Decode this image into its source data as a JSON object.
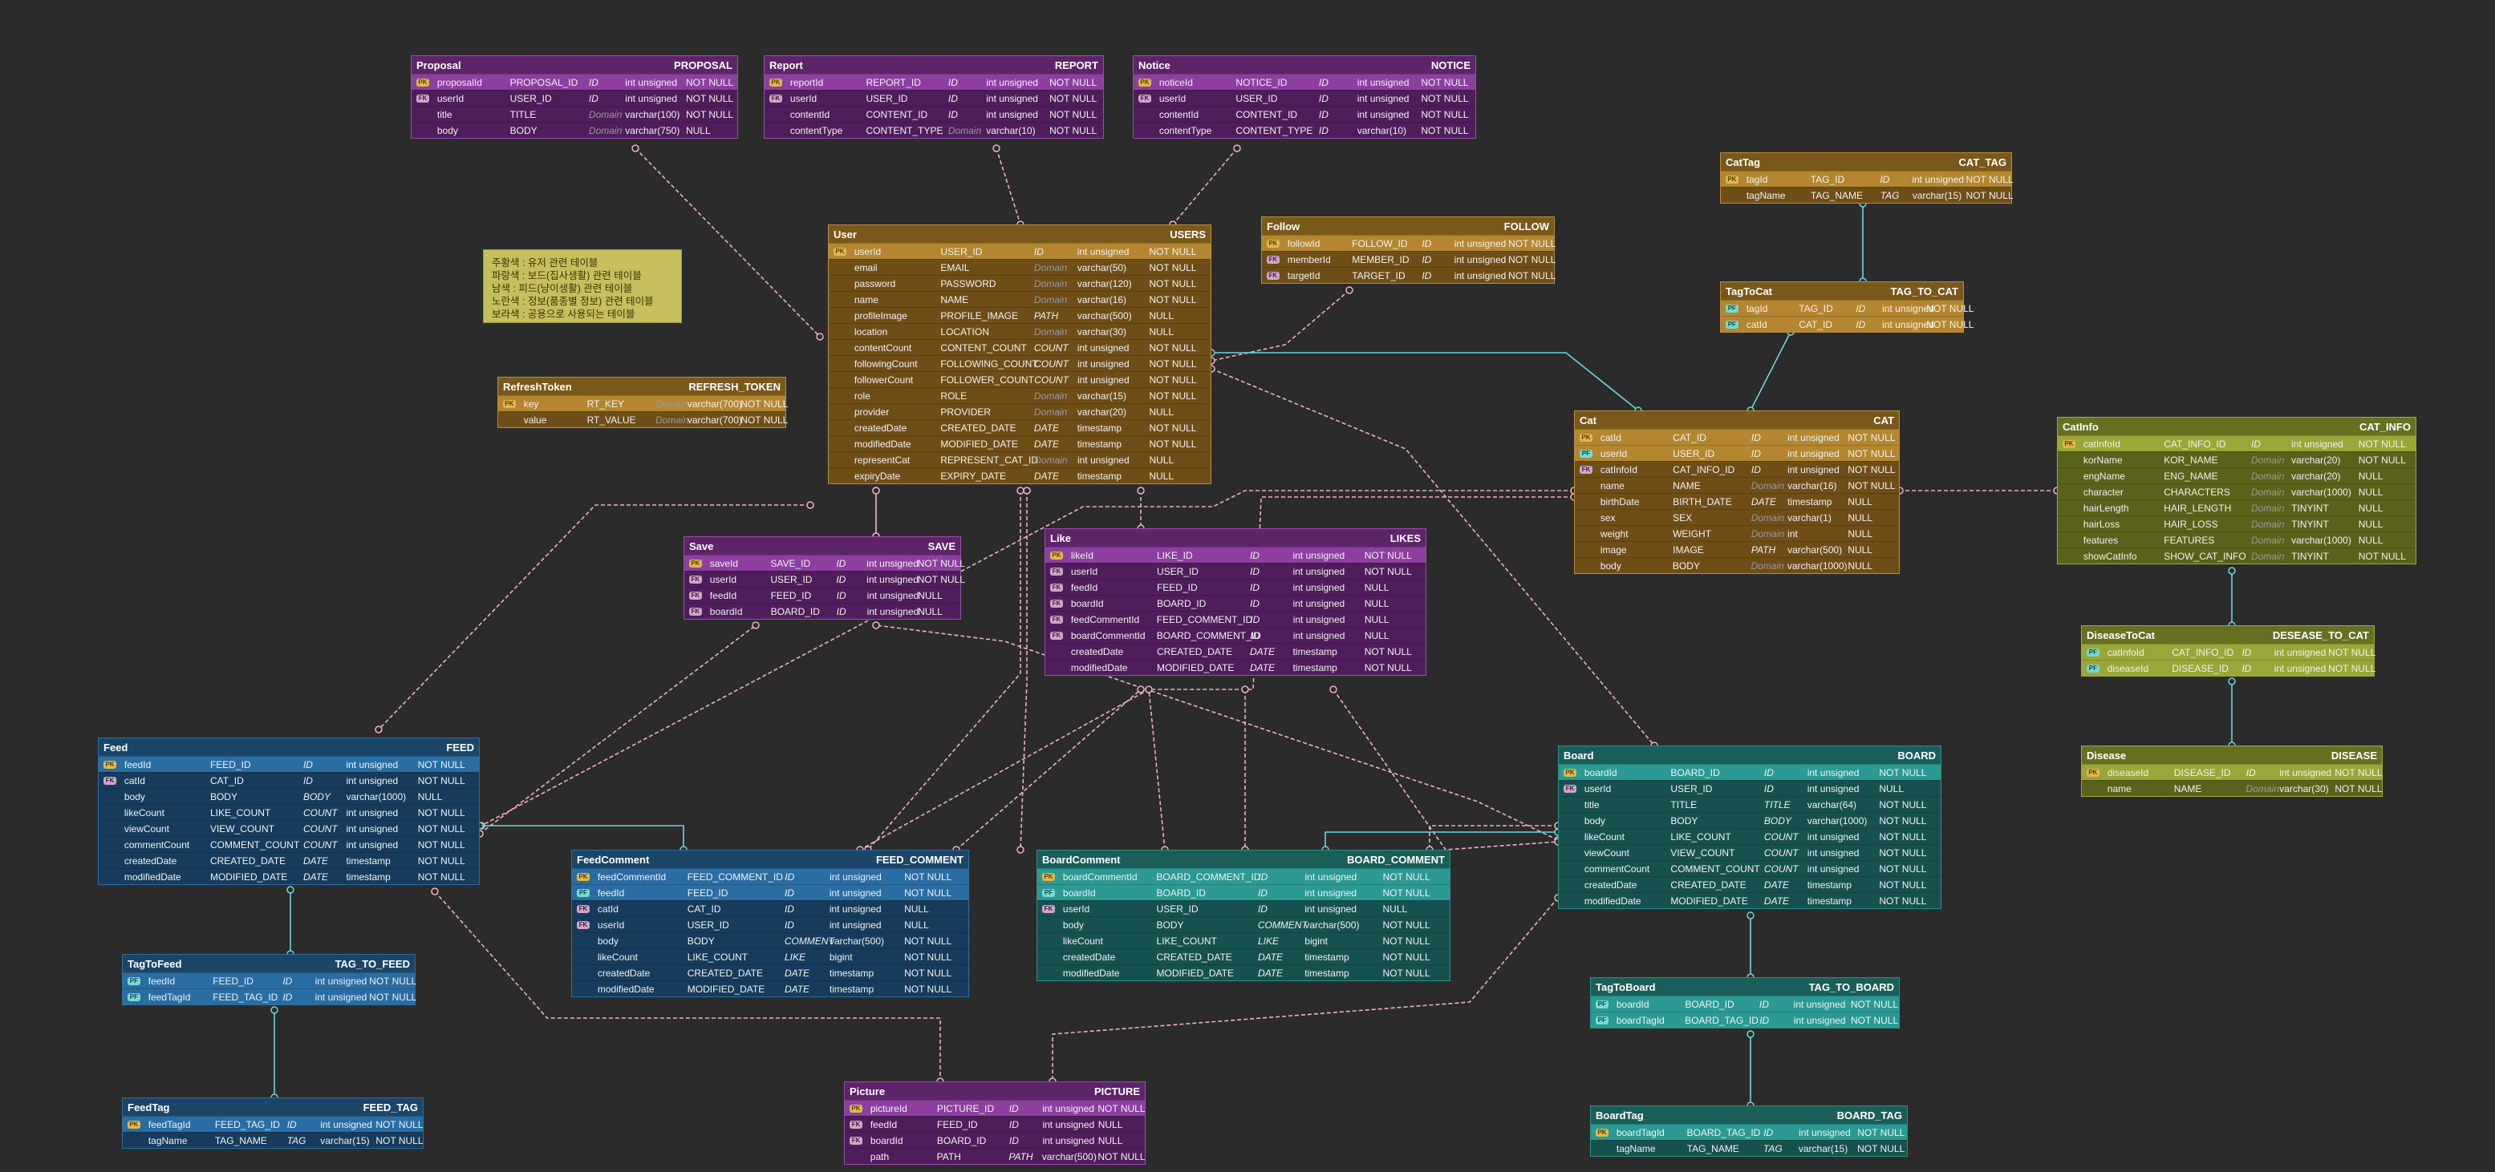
{
  "note": {
    "lines": [
      "주황색 : 유저 관련 테이블",
      "파랑색 : 보드(집사생활) 관련 테이블",
      "남색 : 피드(냥이생활) 관련 테이블",
      "노란색 : 정보(품종별 정보) 관련 테이블",
      "보라색 : 공용으로 사용되는 테이블"
    ]
  },
  "colors": {
    "purple": "#7a2e8a",
    "orange": "#a07124",
    "blue": "#1d5480",
    "teal": "#1f7e7a",
    "olive": "#8f9a2a",
    "edge_pink": "#f0b0c8",
    "edge_cyan": "#6fd6dc"
  },
  "entities": [
    {
      "id": "proposal",
      "logical": "Proposal",
      "physical": "PROPOSAL",
      "color": "purple",
      "rows": [
        [
          "pk",
          "proposalId",
          "PROPOSAL_ID",
          "ID",
          "int unsigned",
          "NOT NULL"
        ],
        [
          "fk",
          "userId",
          "USER_ID",
          "ID",
          "int unsigned",
          "NOT NULL"
        ],
        [
          "",
          "title",
          "TITLE",
          "Domain",
          "varchar(100)",
          "NOT NULL"
        ],
        [
          "",
          "body",
          "BODY",
          "Domain",
          "varchar(750)",
          "NULL"
        ]
      ]
    },
    {
      "id": "report",
      "logical": "Report",
      "physical": "REPORT",
      "color": "purple",
      "rows": [
        [
          "pk",
          "reportId",
          "REPORT_ID",
          "ID",
          "int unsigned",
          "NOT NULL"
        ],
        [
          "fk",
          "userId",
          "USER_ID",
          "ID",
          "int unsigned",
          "NOT NULL"
        ],
        [
          "",
          "contentId",
          "CONTENT_ID",
          "ID",
          "int unsigned",
          "NOT NULL"
        ],
        [
          "",
          "contentType",
          "CONTENT_TYPE",
          "Domain",
          "varchar(10)",
          "NOT NULL"
        ]
      ]
    },
    {
      "id": "notice",
      "logical": "Notice",
      "physical": "NOTICE",
      "color": "purple",
      "rows": [
        [
          "pk",
          "noticeId",
          "NOTICE_ID",
          "ID",
          "int unsigned",
          "NOT NULL"
        ],
        [
          "fk",
          "userId",
          "USER_ID",
          "ID",
          "int unsigned",
          "NOT NULL"
        ],
        [
          "",
          "contentId",
          "CONTENT_ID",
          "ID",
          "int unsigned",
          "NOT NULL"
        ],
        [
          "",
          "contentType",
          "CONTENT_TYPE",
          "ID",
          "varchar(10)",
          "NOT NULL"
        ]
      ]
    },
    {
      "id": "user",
      "logical": "User",
      "physical": "USERS",
      "color": "orange",
      "rows": [
        [
          "pk",
          "userId",
          "USER_ID",
          "ID",
          "int unsigned",
          "NOT NULL"
        ],
        [
          "",
          "email",
          "EMAIL",
          "Domain",
          "varchar(50)",
          "NOT NULL"
        ],
        [
          "",
          "password",
          "PASSWORD",
          "Domain",
          "varchar(120)",
          "NOT NULL"
        ],
        [
          "",
          "name",
          "NAME",
          "Domain",
          "varchar(16)",
          "NOT NULL"
        ],
        [
          "",
          "profileImage",
          "PROFILE_IMAGE",
          "PATH",
          "varchar(500)",
          "NULL"
        ],
        [
          "",
          "location",
          "LOCATION",
          "Domain",
          "varchar(30)",
          "NULL"
        ],
        [
          "",
          "contentCount",
          "CONTENT_COUNT",
          "COUNT",
          "int unsigned",
          "NOT NULL"
        ],
        [
          "",
          "followingCount",
          "FOLLOWING_COUNT",
          "COUNT",
          "int unsigned",
          "NOT NULL"
        ],
        [
          "",
          "followerCount",
          "FOLLOWER_COUNT",
          "COUNT",
          "int unsigned",
          "NOT NULL"
        ],
        [
          "",
          "role",
          "ROLE",
          "Domain",
          "varchar(15)",
          "NOT NULL"
        ],
        [
          "",
          "provider",
          "PROVIDER",
          "Domain",
          "varchar(20)",
          "NULL"
        ],
        [
          "",
          "createdDate",
          "CREATED_DATE",
          "DATE",
          "timestamp",
          "NOT NULL"
        ],
        [
          "",
          "modifiedDate",
          "MODIFIED_DATE",
          "DATE",
          "timestamp",
          "NOT NULL"
        ],
        [
          "",
          "representCat",
          "REPRESENT_CAT_ID",
          "Domain",
          "int unsigned",
          "NULL"
        ],
        [
          "",
          "expiryDate",
          "EXPIRY_DATE",
          "DATE",
          "timestamp",
          "NULL"
        ]
      ]
    },
    {
      "id": "follow",
      "logical": "Follow",
      "physical": "FOLLOW",
      "color": "orange",
      "rows": [
        [
          "pk",
          "followId",
          "FOLLOW_ID",
          "ID",
          "int unsigned",
          "NOT NULL"
        ],
        [
          "fk",
          "memberId",
          "MEMBER_ID",
          "ID",
          "int unsigned",
          "NOT NULL"
        ],
        [
          "fk",
          "targetId",
          "TARGET_ID",
          "ID",
          "int unsigned",
          "NOT NULL"
        ]
      ]
    },
    {
      "id": "refresh",
      "logical": "RefreshToken",
      "physical": "REFRESH_TOKEN",
      "color": "orange",
      "rows": [
        [
          "pk",
          "key",
          "RT_KEY",
          "Domain",
          "varchar(700)",
          "NOT NULL"
        ],
        [
          "",
          "value",
          "RT_VALUE",
          "Domain",
          "varchar(700)",
          "NOT NULL"
        ]
      ]
    },
    {
      "id": "cattag",
      "logical": "CatTag",
      "physical": "CAT_TAG",
      "color": "orange",
      "rows": [
        [
          "pk",
          "tagId",
          "TAG_ID",
          "ID",
          "int unsigned",
          "NOT NULL"
        ],
        [
          "",
          "tagName",
          "TAG_NAME",
          "TAG",
          "varchar(15)",
          "NOT NULL"
        ]
      ]
    },
    {
      "id": "tagtocat",
      "logical": "TagToCat",
      "physical": "TAG_TO_CAT",
      "color": "orange",
      "rows": [
        [
          "pkfk",
          "tagId",
          "TAG_ID",
          "ID",
          "int unsigned",
          "NOT NULL"
        ],
        [
          "pkfk",
          "catId",
          "CAT_ID",
          "ID",
          "int unsigned",
          "NOT NULL"
        ]
      ]
    },
    {
      "id": "cat",
      "logical": "Cat",
      "physical": "CAT",
      "color": "orange",
      "rows": [
        [
          "pk",
          "catId",
          "CAT_ID",
          "ID",
          "int unsigned",
          "NOT NULL"
        ],
        [
          "pkfk",
          "userId",
          "USER_ID",
          "ID",
          "int unsigned",
          "NOT NULL"
        ],
        [
          "fk",
          "catInfoId",
          "CAT_INFO_ID",
          "ID",
          "int unsigned",
          "NOT NULL"
        ],
        [
          "",
          "name",
          "NAME",
          "Domain",
          "varchar(16)",
          "NOT NULL"
        ],
        [
          "",
          "birthDate",
          "BIRTH_DATE",
          "DATE",
          "timestamp",
          "NULL"
        ],
        [
          "",
          "sex",
          "SEX",
          "Domain",
          "varchar(1)",
          "NULL"
        ],
        [
          "",
          "weight",
          "WEIGHT",
          "Domain",
          "int",
          "NULL"
        ],
        [
          "",
          "image",
          "IMAGE",
          "PATH",
          "varchar(500)",
          "NULL"
        ],
        [
          "",
          "body",
          "BODY",
          "Domain",
          "varchar(1000)",
          "NULL"
        ]
      ]
    },
    {
      "id": "catinfo",
      "logical": "CatInfo",
      "physical": "CAT_INFO",
      "color": "olive",
      "rows": [
        [
          "pk",
          "catInfoId",
          "CAT_INFO_ID",
          "ID",
          "int unsigned",
          "NOT NULL"
        ],
        [
          "",
          "korName",
          "KOR_NAME",
          "Domain",
          "varchar(20)",
          "NOT NULL"
        ],
        [
          "",
          "engName",
          "ENG_NAME",
          "Domain",
          "varchar(20)",
          "NULL"
        ],
        [
          "",
          "character",
          "CHARACTERS",
          "Domain",
          "varchar(1000)",
          "NULL"
        ],
        [
          "",
          "hairLength",
          "HAIR_LENGTH",
          "Domain",
          "TINYINT",
          "NULL"
        ],
        [
          "",
          "hairLoss",
          "HAIR_LOSS",
          "Domain",
          "TINYINT",
          "NULL"
        ],
        [
          "",
          "features",
          "FEATURES",
          "Domain",
          "varchar(1000)",
          "NULL"
        ],
        [
          "",
          "showCatInfo",
          "SHOW_CAT_INFO",
          "Domain",
          "TINYINT",
          "NOT NULL"
        ]
      ]
    },
    {
      "id": "diseasetocat",
      "logical": "DiseaseToCat",
      "physical": "DESEASE_TO_CAT",
      "color": "olive",
      "rows": [
        [
          "pkfk",
          "catInfoId",
          "CAT_INFO_ID",
          "ID",
          "int unsigned",
          "NOT NULL"
        ],
        [
          "pkfk",
          "diseaseId",
          "DISEASE_ID",
          "ID",
          "int unsigned",
          "NOT NULL"
        ]
      ]
    },
    {
      "id": "disease",
      "logical": "Disease",
      "physical": "DISEASE",
      "color": "olive",
      "rows": [
        [
          "pk",
          "diseaseId",
          "DISEASE_ID",
          "ID",
          "int unsigned",
          "NOT NULL"
        ],
        [
          "",
          "name",
          "NAME",
          "Domain",
          "varchar(30)",
          "NOT NULL"
        ]
      ]
    },
    {
      "id": "save",
      "logical": "Save",
      "physical": "SAVE",
      "color": "purple",
      "rows": [
        [
          "pk",
          "saveId",
          "SAVE_ID",
          "ID",
          "int unsigned",
          "NOT NULL"
        ],
        [
          "fk",
          "userId",
          "USER_ID",
          "ID",
          "int unsigned",
          "NOT NULL"
        ],
        [
          "fk",
          "feedId",
          "FEED_ID",
          "ID",
          "int unsigned",
          "NULL"
        ],
        [
          "fk",
          "boardId",
          "BOARD_ID",
          "ID",
          "int unsigned",
          "NULL"
        ]
      ]
    },
    {
      "id": "like",
      "logical": "Like",
      "physical": "LIKES",
      "color": "purple",
      "rows": [
        [
          "pk",
          "likeId",
          "LIKE_ID",
          "ID",
          "int unsigned",
          "NOT NULL"
        ],
        [
          "fk",
          "userId",
          "USER_ID",
          "ID",
          "int unsigned",
          "NOT NULL"
        ],
        [
          "fk",
          "feedId",
          "FEED_ID",
          "ID",
          "int unsigned",
          "NULL"
        ],
        [
          "fk",
          "boardId",
          "BOARD_ID",
          "ID",
          "int unsigned",
          "NULL"
        ],
        [
          "fk",
          "feedCommentId",
          "FEED_COMMENT_ID",
          "ID",
          "int unsigned",
          "NULL"
        ],
        [
          "fk",
          "boardCommentId",
          "BOARD_COMMENT_ID",
          "ID",
          "int unsigned",
          "NULL"
        ],
        [
          "",
          "createdDate",
          "CREATED_DATE",
          "DATE",
          "timestamp",
          "NOT NULL"
        ],
        [
          "",
          "modifiedDate",
          "MODIFIED_DATE",
          "DATE",
          "timestamp",
          "NOT NULL"
        ]
      ]
    },
    {
      "id": "feed",
      "logical": "Feed",
      "physical": "FEED",
      "color": "blue",
      "rows": [
        [
          "pk",
          "feedId",
          "FEED_ID",
          "ID",
          "int unsigned",
          "NOT NULL"
        ],
        [
          "fk",
          "catId",
          "CAT_ID",
          "ID",
          "int unsigned",
          "NOT NULL"
        ],
        [
          "",
          "body",
          "BODY",
          "BODY",
          "varchar(1000)",
          "NULL"
        ],
        [
          "",
          "likeCount",
          "LIKE_COUNT",
          "COUNT",
          "int unsigned",
          "NOT NULL"
        ],
        [
          "",
          "viewCount",
          "VIEW_COUNT",
          "COUNT",
          "int unsigned",
          "NOT NULL"
        ],
        [
          "",
          "commentCount",
          "COMMENT_COUNT",
          "COUNT",
          "int unsigned",
          "NOT NULL"
        ],
        [
          "",
          "createdDate",
          "CREATED_DATE",
          "DATE",
          "timestamp",
          "NOT NULL"
        ],
        [
          "",
          "modifiedDate",
          "MODIFIED_DATE",
          "DATE",
          "timestamp",
          "NOT NULL"
        ]
      ]
    },
    {
      "id": "tagtofeed",
      "logical": "TagToFeed",
      "physical": "TAG_TO_FEED",
      "color": "blue",
      "rows": [
        [
          "pkfk",
          "feedId",
          "FEED_ID",
          "ID",
          "int unsigned",
          "NOT NULL"
        ],
        [
          "pkfk",
          "feedTagId",
          "FEED_TAG_ID",
          "ID",
          "int unsigned",
          "NOT NULL"
        ]
      ]
    },
    {
      "id": "feedtag",
      "logical": "FeedTag",
      "physical": "FEED_TAG",
      "color": "blue",
      "rows": [
        [
          "pk",
          "feedTagId",
          "FEED_TAG_ID",
          "ID",
          "int unsigned",
          "NOT NULL"
        ],
        [
          "",
          "tagName",
          "TAG_NAME",
          "TAG",
          "varchar(15)",
          "NOT NULL"
        ]
      ]
    },
    {
      "id": "feedcomment",
      "logical": "FeedComment",
      "physical": "FEED_COMMENT",
      "color": "blue",
      "rows": [
        [
          "pk",
          "feedCommentId",
          "FEED_COMMENT_ID",
          "ID",
          "int unsigned",
          "NOT NULL"
        ],
        [
          "pkfk",
          "feedId",
          "FEED_ID",
          "ID",
          "int unsigned",
          "NOT NULL"
        ],
        [
          "fk",
          "catId",
          "CAT_ID",
          "ID",
          "int unsigned",
          "NULL"
        ],
        [
          "fk",
          "userId",
          "USER_ID",
          "ID",
          "int unsigned",
          "NULL"
        ],
        [
          "",
          "body",
          "BODY",
          "COMMENT",
          "varchar(500)",
          "NOT NULL"
        ],
        [
          "",
          "likeCount",
          "LIKE_COUNT",
          "LIKE",
          "bigint",
          "NOT NULL"
        ],
        [
          "",
          "createdDate",
          "CREATED_DATE",
          "DATE",
          "timestamp",
          "NOT NULL"
        ],
        [
          "",
          "modifiedDate",
          "MODIFIED_DATE",
          "DATE",
          "timestamp",
          "NOT NULL"
        ]
      ]
    },
    {
      "id": "boardcomment",
      "logical": "BoardComment",
      "physical": "BOARD_COMMENT",
      "color": "teal",
      "rows": [
        [
          "pk",
          "boardCommentId",
          "BOARD_COMMENT_ID",
          "ID",
          "int unsigned",
          "NOT NULL"
        ],
        [
          "pkfk",
          "boardId",
          "BOARD_ID",
          "ID",
          "int unsigned",
          "NOT NULL"
        ],
        [
          "fk",
          "userId",
          "USER_ID",
          "ID",
          "int unsigned",
          "NULL"
        ],
        [
          "",
          "body",
          "BODY",
          "COMMENT",
          "varchar(500)",
          "NOT NULL"
        ],
        [
          "",
          "likeCount",
          "LIKE_COUNT",
          "LIKE",
          "bigint",
          "NOT NULL"
        ],
        [
          "",
          "createdDate",
          "CREATED_DATE",
          "DATE",
          "timestamp",
          "NOT NULL"
        ],
        [
          "",
          "modifiedDate",
          "MODIFIED_DATE",
          "DATE",
          "timestamp",
          "NOT NULL"
        ]
      ]
    },
    {
      "id": "board",
      "logical": "Board",
      "physical": "BOARD",
      "color": "teal",
      "rows": [
        [
          "pk",
          "boardId",
          "BOARD_ID",
          "ID",
          "int unsigned",
          "NOT NULL"
        ],
        [
          "fk",
          "userId",
          "USER_ID",
          "ID",
          "int unsigned",
          "NULL"
        ],
        [
          "",
          "title",
          "TITLE",
          "TITLE",
          "varchar(64)",
          "NOT NULL"
        ],
        [
          "",
          "body",
          "BODY",
          "BODY",
          "varchar(1000)",
          "NOT NULL"
        ],
        [
          "",
          "likeCount",
          "LIKE_COUNT",
          "COUNT",
          "int unsigned",
          "NOT NULL"
        ],
        [
          "",
          "viewCount",
          "VIEW_COUNT",
          "COUNT",
          "int unsigned",
          "NOT NULL"
        ],
        [
          "",
          "commentCount",
          "COMMENT_COUNT",
          "COUNT",
          "int unsigned",
          "NOT NULL"
        ],
        [
          "",
          "createdDate",
          "CREATED_DATE",
          "DATE",
          "timestamp",
          "NOT NULL"
        ],
        [
          "",
          "modifiedDate",
          "MODIFIED_DATE",
          "DATE",
          "timestamp",
          "NOT NULL"
        ]
      ]
    },
    {
      "id": "tagtoboard",
      "logical": "TagToBoard",
      "physical": "TAG_TO_BOARD",
      "color": "teal",
      "rows": [
        [
          "pkfk",
          "boardId",
          "BOARD_ID",
          "ID",
          "int unsigned",
          "NOT NULL"
        ],
        [
          "pkfk",
          "boardTagId",
          "BOARD_TAG_ID",
          "ID",
          "int unsigned",
          "NOT NULL"
        ]
      ]
    },
    {
      "id": "boardtag",
      "logical": "BoardTag",
      "physical": "BOARD_TAG",
      "color": "teal",
      "rows": [
        [
          "pk",
          "boardTagId",
          "BOARD_TAG_ID",
          "ID",
          "int unsigned",
          "NOT NULL"
        ],
        [
          "",
          "tagName",
          "TAG_NAME",
          "TAG",
          "varchar(15)",
          "NOT NULL"
        ]
      ]
    },
    {
      "id": "picture",
      "logical": "Picture",
      "physical": "PICTURE",
      "color": "purple",
      "rows": [
        [
          "pk",
          "pictureId",
          "PICTURE_ID",
          "ID",
          "int unsigned",
          "NOT NULL"
        ],
        [
          "fk",
          "feedId",
          "FEED_ID",
          "ID",
          "int unsigned",
          "NULL"
        ],
        [
          "fk",
          "boardId",
          "BOARD_ID",
          "ID",
          "int unsigned",
          "NULL"
        ],
        [
          "",
          "path",
          "PATH",
          "PATH",
          "varchar(500)",
          "NOT NULL"
        ]
      ]
    }
  ]
}
